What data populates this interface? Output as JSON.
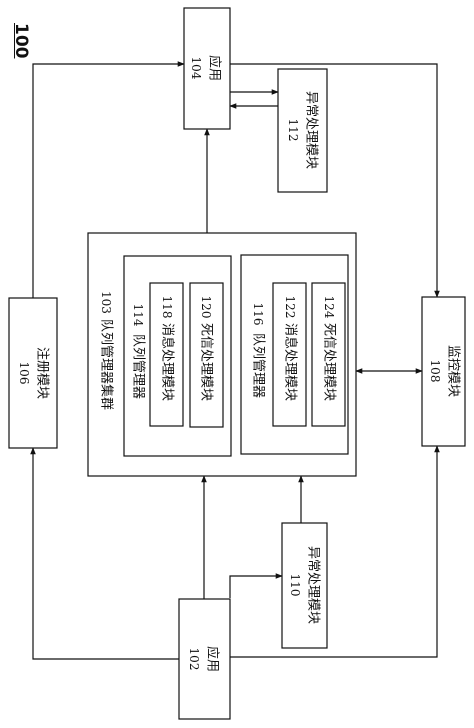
{
  "figure_label": "100",
  "boxes": {
    "app_104": {
      "number": "104",
      "label": "应用"
    },
    "exception_112": {
      "number": "112",
      "label": "异常处理模块"
    },
    "register_106": {
      "number": "106",
      "label": "注册模块"
    },
    "monitor_108": {
      "number": "108",
      "label": "监控模块"
    },
    "cluster_103": {
      "number": "103",
      "label": "队列管理器集群"
    },
    "qm_114": {
      "number": "114",
      "label": "队列管理器"
    },
    "msg_118": {
      "number": "118",
      "label": "消息处理模块"
    },
    "dead_120": {
      "number": "120",
      "label": "死信处理模块"
    },
    "qm_116": {
      "number": "116",
      "label": "队列管理器"
    },
    "msg_122": {
      "number": "122",
      "label": "消息处理模块"
    },
    "dead_124": {
      "number": "124",
      "label": "死信处理模块"
    },
    "exception_110": {
      "number": "110",
      "label": "异常处理模块"
    },
    "app_102": {
      "number": "102",
      "label": "应用"
    }
  }
}
